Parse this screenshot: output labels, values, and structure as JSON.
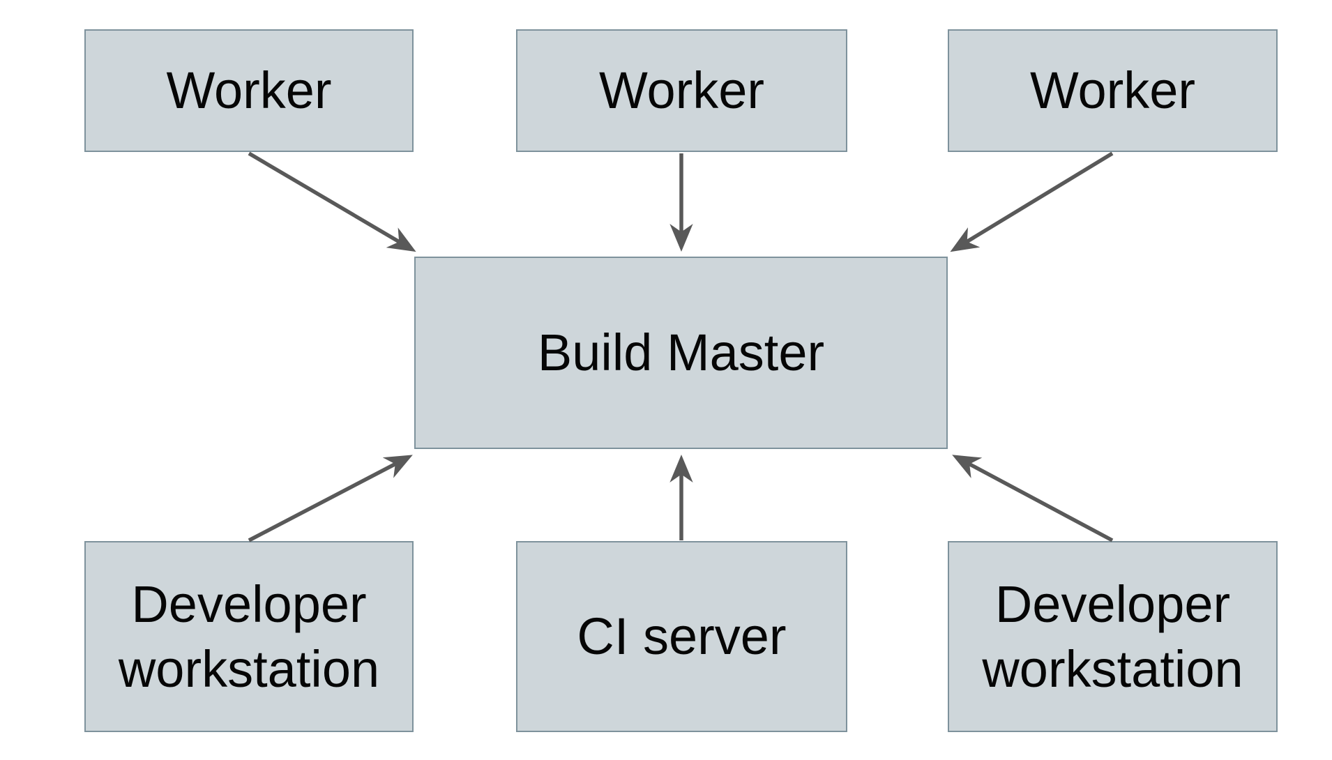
{
  "diagram": {
    "nodes": {
      "worker1": {
        "label": "Worker"
      },
      "worker2": {
        "label": "Worker"
      },
      "worker3": {
        "label": "Worker"
      },
      "build_master": {
        "label": "Build Master"
      },
      "dev_workstation_left": {
        "label": "Developer workstation"
      },
      "ci_server": {
        "label": "CI server"
      },
      "dev_workstation_right": {
        "label": "Developer workstation"
      }
    },
    "edges": [
      {
        "from": "worker1",
        "to": "build_master"
      },
      {
        "from": "worker2",
        "to": "build_master"
      },
      {
        "from": "worker3",
        "to": "build_master"
      },
      {
        "from": "dev_workstation_left",
        "to": "build_master"
      },
      {
        "from": "ci_server",
        "to": "build_master"
      },
      {
        "from": "dev_workstation_right",
        "to": "build_master"
      }
    ],
    "colors": {
      "background": "#ffffff",
      "node_fill": "#ced6da",
      "node_border": "#7e929c",
      "arrow_color": "#595959",
      "text_color": "#060606"
    }
  }
}
